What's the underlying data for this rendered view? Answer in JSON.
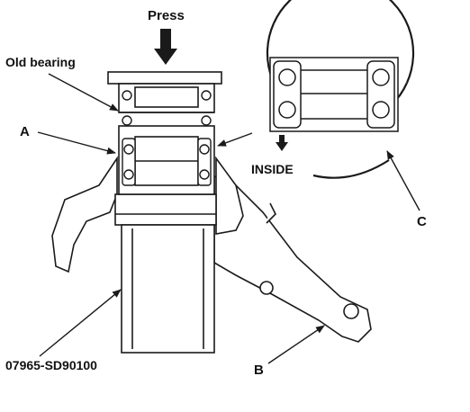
{
  "labels": {
    "press": "Press",
    "old_bearing": "Old bearing",
    "a": "A",
    "inside": "INSIDE",
    "c": "C",
    "tool": "07965-SD90100",
    "b": "B"
  },
  "colors": {
    "stroke": "#1a1a1a",
    "fill": "#ffffff",
    "background": "#ffffff"
  }
}
